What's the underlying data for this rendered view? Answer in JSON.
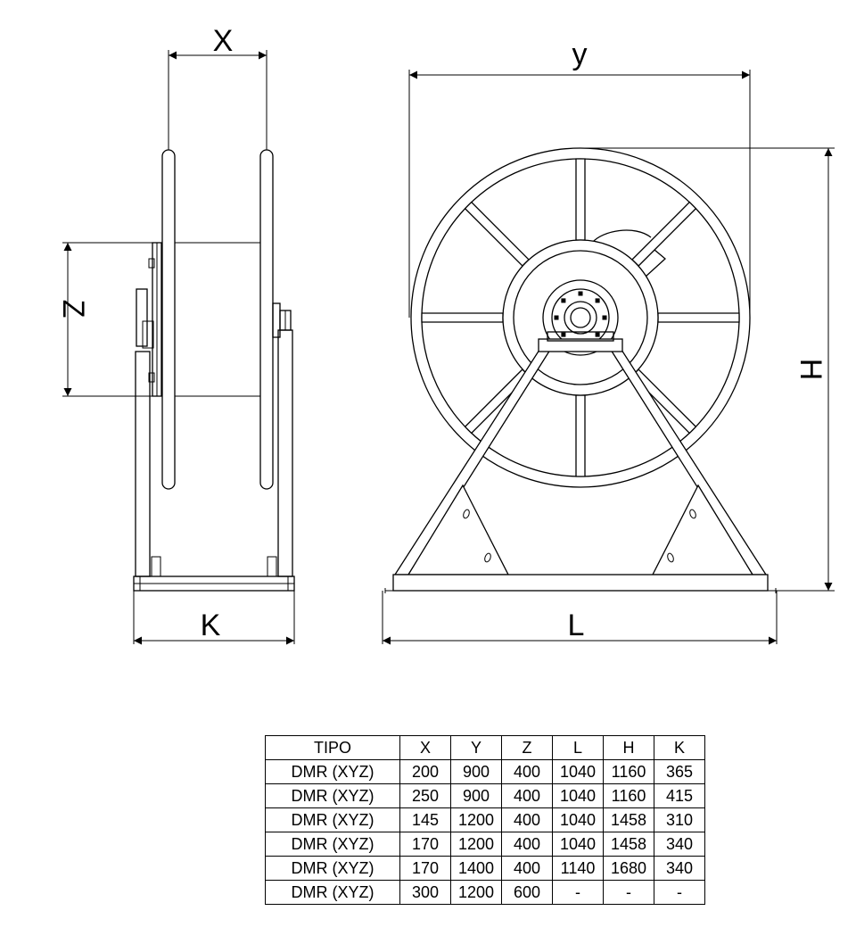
{
  "dimension_labels": {
    "x": "X",
    "y": "y",
    "z": "Z",
    "h": "H",
    "k": "K",
    "l": "L"
  },
  "table": {
    "headers": [
      "TIPO",
      "X",
      "Y",
      "Z",
      "L",
      "H",
      "K"
    ],
    "rows": [
      [
        "DMR (XYZ)",
        "200",
        "900",
        "400",
        "1040",
        "1160",
        "365"
      ],
      [
        "DMR (XYZ)",
        "250",
        "900",
        "400",
        "1040",
        "1160",
        "415"
      ],
      [
        "DMR (XYZ)",
        "145",
        "1200",
        "400",
        "1040",
        "1458",
        "310"
      ],
      [
        "DMR (XYZ)",
        "170",
        "1200",
        "400",
        "1040",
        "1458",
        "340"
      ],
      [
        "DMR (XYZ)",
        "170",
        "1400",
        "400",
        "1140",
        "1680",
        "340"
      ],
      [
        "DMR (XYZ)",
        "300",
        "1200",
        "600",
        "-",
        "-",
        "-"
      ]
    ]
  }
}
